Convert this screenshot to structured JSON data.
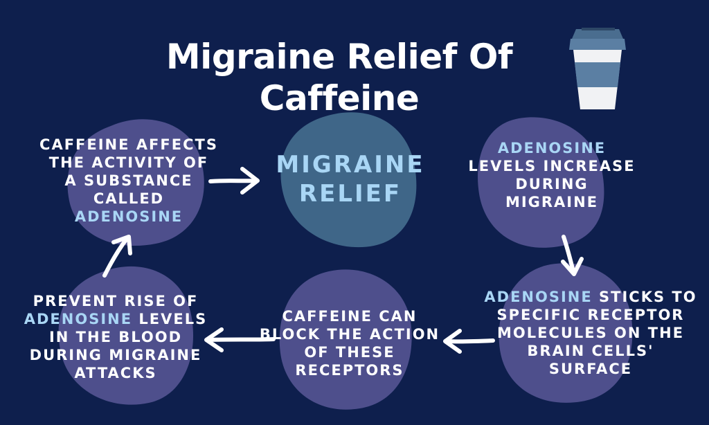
{
  "title": "Migraine Relief Of Caffeine",
  "center": {
    "line1": "MIGRAINE",
    "line2": "RELIEF"
  },
  "nodes": {
    "top_left": {
      "lines": [
        "CAFFEINE AFFECTS",
        "THE ACTIVITY OF",
        "A SUBSTANCE",
        "CALLED"
      ],
      "highlight": "ADENOSINE"
    },
    "top_right": {
      "highlight": "ADENOSINE",
      "lines": [
        "LEVELS INCREASE",
        "DURING",
        "MIGRAINE"
      ]
    },
    "bottom_right": {
      "highlight": "ADENOSINE",
      "first_rest": " STICKS TO",
      "lines": [
        "SPECIFIC RECEPTOR",
        "MOLECULES ON THE",
        "BRAIN CELLS'",
        "SURFACE"
      ]
    },
    "bottom_middle": {
      "lines": [
        "CAFFEINE CAN",
        "BLOCK THE ACTION",
        "OF THESE",
        "RECEPTORS"
      ]
    },
    "bottom_left": {
      "line1": "PREVENT RISE OF",
      "highlight": "ADENOSINE",
      "line2_rest": " LEVELS",
      "lines": [
        "IN THE BLOOD",
        "DURING MIGRAINE",
        "ATTACKS"
      ]
    }
  },
  "colors": {
    "background": "#0e1f4d",
    "blob": "#4e4f8c",
    "center_blob": "#3f6688",
    "highlight": "#a9d6f5",
    "text": "#ffffff"
  },
  "icon": "coffee-cup-icon"
}
